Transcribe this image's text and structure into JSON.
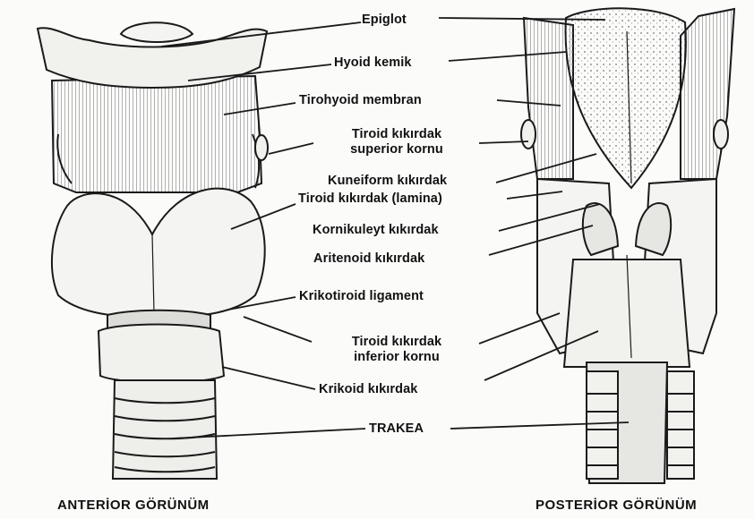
{
  "labels": {
    "epiglot": "Epiglot",
    "hyoid": "Hyoid kemik",
    "tirohyoid": "Tirohyoid membran",
    "tiroid_sup_1": "Tiroid kıkırdak",
    "tiroid_sup_2": "superior kornu",
    "kuneiform": "Kuneiform kıkırdak",
    "tiroid_lamina": "Tiroid kıkırdak (lamina)",
    "kornikuleyt": "Kornikuleyt kıkırdak",
    "aritenoid": "Aritenoid kıkırdak",
    "krikotiroid": "Krikotiroid  ligament",
    "tiroid_inf_1": "Tiroid kıkırdak",
    "tiroid_inf_2": "inferior kornu",
    "krikoid": "Krikoid kıkırdak",
    "trakea": "TRAKEA"
  },
  "captions": {
    "anterior": "ANTERİOR GÖRÜNÜM",
    "posterior": "POSTERİOR GÖRÜNÜM"
  }
}
